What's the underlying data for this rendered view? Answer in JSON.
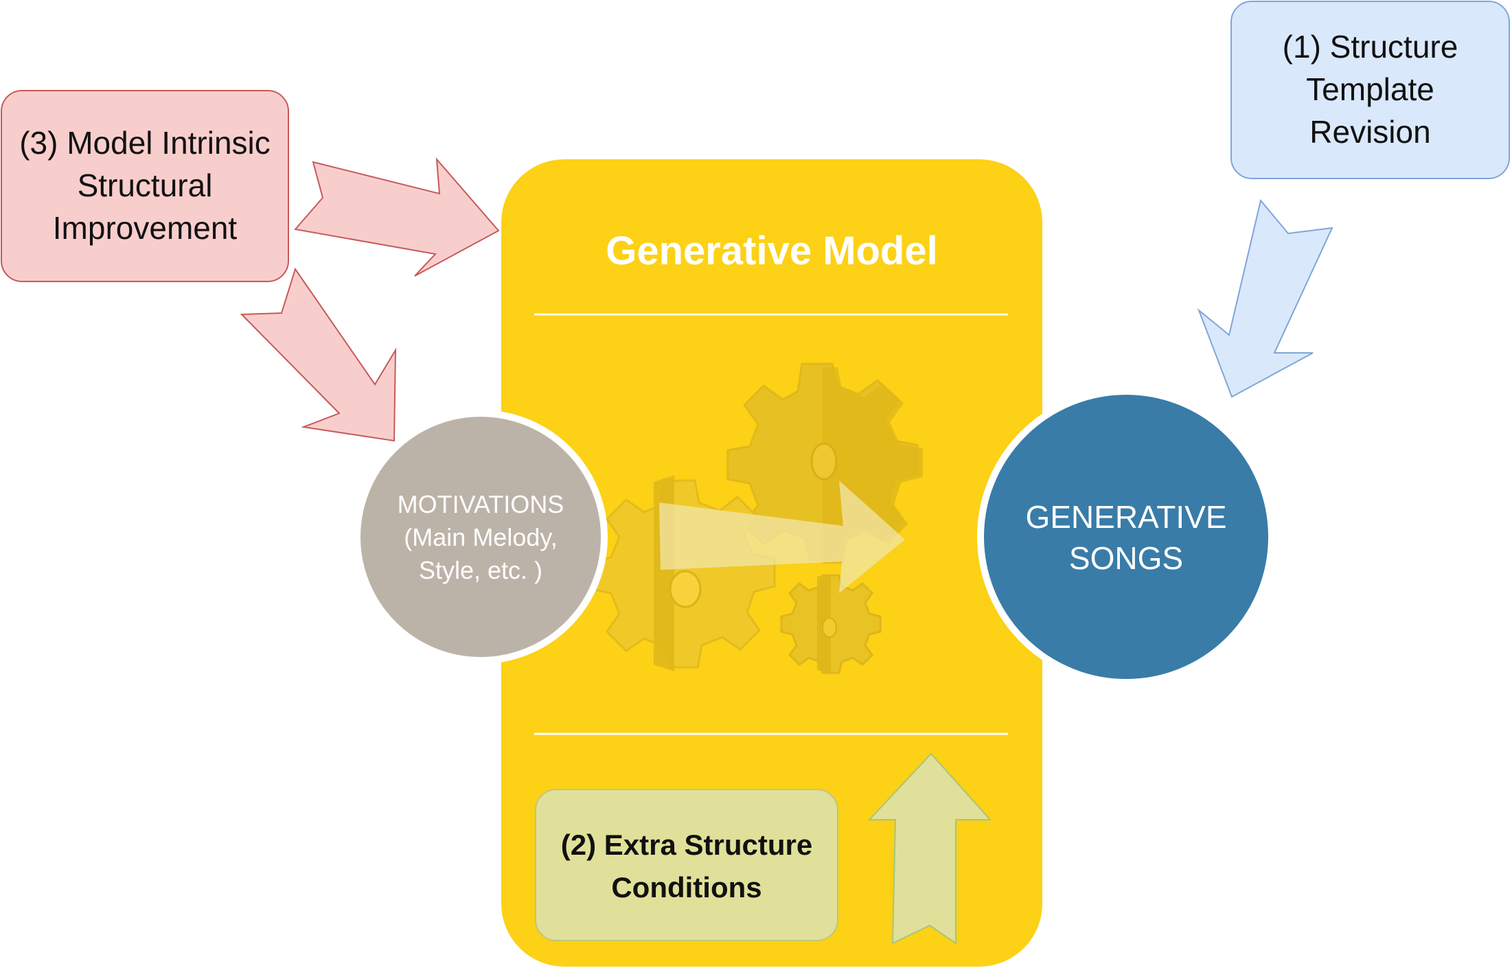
{
  "diagram": {
    "title": "Generative Model",
    "inputs": {
      "motivations": [
        "MOTIVATIONS",
        "(Main Melody,",
        "Style, etc. )"
      ]
    },
    "outputs": {
      "songs": [
        "GENERATIVE",
        "SONGS"
      ]
    },
    "improvements": {
      "structure_template": [
        "(1) Structure",
        "Template",
        "Revision"
      ],
      "extra_conditions": [
        "(2) Extra Structure",
        "Conditions"
      ],
      "model_intrinsic": [
        "(3) Model Intrinsic",
        "Structural",
        "Improvement"
      ]
    },
    "icons": {
      "gears": "gears-icon",
      "flow_arrow": "right-arrow-icon"
    },
    "colors": {
      "model_panel": "#FCD116",
      "motivations": "#BCB3A8",
      "songs": "#397CA8",
      "structure_template": "#DAE8FC",
      "extra_conditions": "#E0E09A",
      "model_intrinsic": "#F8CECC"
    }
  }
}
